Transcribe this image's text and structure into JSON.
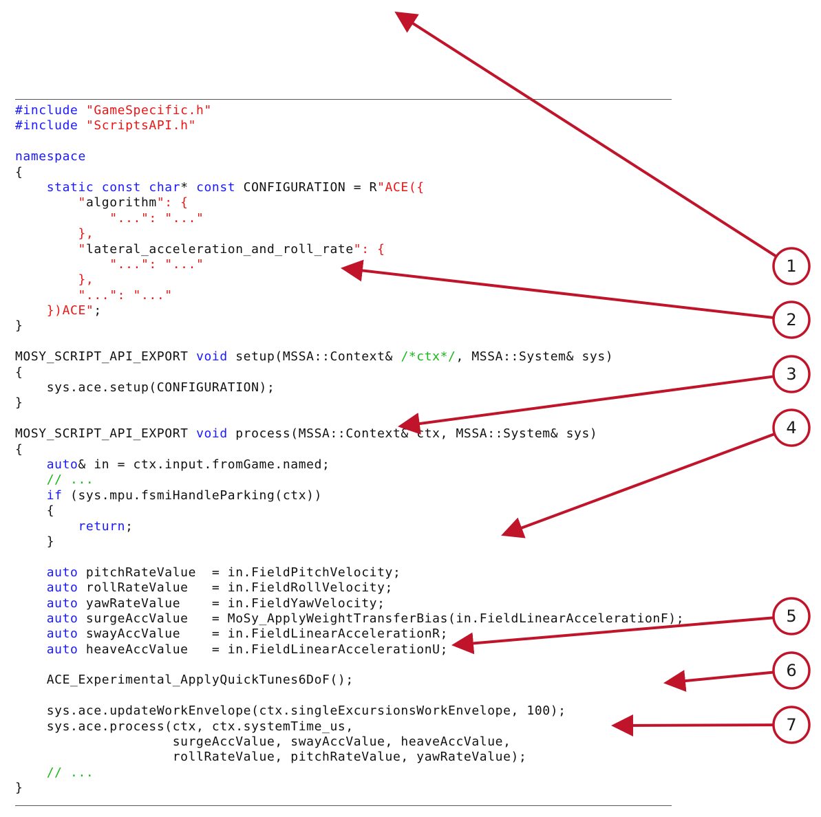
{
  "colors": {
    "keyword": "#1a1aff",
    "string": "#e81616",
    "comment": "#18b818",
    "plain": "#111111",
    "arrow": "#c0142b"
  },
  "code_lines": [
    [
      {
        "t": "#include ",
        "c": "kw"
      },
      {
        "t": "\"GameSpecific.h\"",
        "c": "str"
      }
    ],
    [
      {
        "t": "#include ",
        "c": "kw"
      },
      {
        "t": "\"ScriptsAPI.h\"",
        "c": "str"
      }
    ],
    [],
    [
      {
        "t": "namespace",
        "c": "kw"
      }
    ],
    [
      {
        "t": "{",
        "c": "pl"
      }
    ],
    [
      {
        "t": "    ",
        "c": "pl"
      },
      {
        "t": "static const char",
        "c": "kw"
      },
      {
        "t": "* ",
        "c": "pl"
      },
      {
        "t": "const",
        "c": "kw"
      },
      {
        "t": " CONFIGURATION = R",
        "c": "pl"
      },
      {
        "t": "\"ACE({",
        "c": "str"
      }
    ],
    [
      {
        "t": "        \"",
        "c": "str"
      },
      {
        "t": "algorithm",
        "c": "pl"
      },
      {
        "t": "\": {",
        "c": "str"
      }
    ],
    [
      {
        "t": "            \"...\": \"...\"",
        "c": "str"
      }
    ],
    [
      {
        "t": "        },",
        "c": "str"
      }
    ],
    [
      {
        "t": "        \"",
        "c": "str"
      },
      {
        "t": "lateral_acceleration_and_roll_rate",
        "c": "pl"
      },
      {
        "t": "\": {",
        "c": "str"
      }
    ],
    [
      {
        "t": "            \"...\": \"...\"",
        "c": "str"
      }
    ],
    [
      {
        "t": "        },",
        "c": "str"
      }
    ],
    [
      {
        "t": "        \"...\": \"...\"",
        "c": "str"
      }
    ],
    [
      {
        "t": "    })ACE\"",
        "c": "str"
      },
      {
        "t": ";",
        "c": "pl"
      }
    ],
    [
      {
        "t": "}",
        "c": "pl"
      }
    ],
    [],
    [
      {
        "t": "MOSY_SCRIPT_API_EXPORT ",
        "c": "pl"
      },
      {
        "t": "void",
        "c": "kw"
      },
      {
        "t": " setup(MSSA::Context& ",
        "c": "pl"
      },
      {
        "t": "/*ctx*/",
        "c": "cm"
      },
      {
        "t": ", MSSA::System& sys)",
        "c": "pl"
      }
    ],
    [
      {
        "t": "{",
        "c": "pl"
      }
    ],
    [
      {
        "t": "    sys.ace.setup(CONFIGURATION);",
        "c": "pl"
      }
    ],
    [
      {
        "t": "}",
        "c": "pl"
      }
    ],
    [],
    [
      {
        "t": "MOSY_SCRIPT_API_EXPORT ",
        "c": "pl"
      },
      {
        "t": "void",
        "c": "kw"
      },
      {
        "t": " process(MSSA::Context& ctx, MSSA::System& sys)",
        "c": "pl"
      }
    ],
    [
      {
        "t": "{",
        "c": "pl"
      }
    ],
    [
      {
        "t": "    ",
        "c": "pl"
      },
      {
        "t": "auto",
        "c": "kw"
      },
      {
        "t": "& in = ctx.input.fromGame.named;",
        "c": "pl"
      }
    ],
    [
      {
        "t": "    // ...",
        "c": "cm"
      }
    ],
    [
      {
        "t": "    ",
        "c": "pl"
      },
      {
        "t": "if",
        "c": "kw"
      },
      {
        "t": " (sys.mpu.fsmiHandleParking(ctx))",
        "c": "pl"
      }
    ],
    [
      {
        "t": "    {",
        "c": "pl"
      }
    ],
    [
      {
        "t": "        ",
        "c": "pl"
      },
      {
        "t": "return",
        "c": "kw"
      },
      {
        "t": ";",
        "c": "pl"
      }
    ],
    [
      {
        "t": "    }",
        "c": "pl"
      }
    ],
    [],
    [
      {
        "t": "    ",
        "c": "pl"
      },
      {
        "t": "auto",
        "c": "kw"
      },
      {
        "t": " pitchRateValue  = in.FieldPitchVelocity;",
        "c": "pl"
      }
    ],
    [
      {
        "t": "    ",
        "c": "pl"
      },
      {
        "t": "auto",
        "c": "kw"
      },
      {
        "t": " rollRateValue   = in.FieldRollVelocity;",
        "c": "pl"
      }
    ],
    [
      {
        "t": "    ",
        "c": "pl"
      },
      {
        "t": "auto",
        "c": "kw"
      },
      {
        "t": " yawRateValue    = in.FieldYawVelocity;",
        "c": "pl"
      }
    ],
    [
      {
        "t": "    ",
        "c": "pl"
      },
      {
        "t": "auto",
        "c": "kw"
      },
      {
        "t": " surgeAccValue   = MoSy_ApplyWeightTransferBias(in.FieldLinearAccelerationF);",
        "c": "pl"
      }
    ],
    [
      {
        "t": "    ",
        "c": "pl"
      },
      {
        "t": "auto",
        "c": "kw"
      },
      {
        "t": " swayAccValue    = in.FieldLinearAccelerationR;",
        "c": "pl"
      }
    ],
    [
      {
        "t": "    ",
        "c": "pl"
      },
      {
        "t": "auto",
        "c": "kw"
      },
      {
        "t": " heaveAccValue   = in.FieldLinearAccelerationU;",
        "c": "pl"
      }
    ],
    [],
    [
      {
        "t": "    ACE_Experimental_ApplyQuickTunes6DoF();",
        "c": "pl"
      }
    ],
    [],
    [
      {
        "t": "    sys.ace.updateWorkEnvelope(ctx.singleExcursionsWorkEnvelope, 100);",
        "c": "pl"
      }
    ],
    [
      {
        "t": "    sys.ace.process(ctx, ctx.systemTime_us,",
        "c": "pl"
      }
    ],
    [
      {
        "t": "                    surgeAccValue, swayAccValue, heaveAccValue,",
        "c": "pl"
      }
    ],
    [
      {
        "t": "                    rollRateValue, pitchRateValue, yawRateValue);",
        "c": "pl"
      }
    ],
    [
      {
        "t": "    // ...",
        "c": "cm"
      }
    ],
    [
      {
        "t": "}",
        "c": "pl"
      }
    ]
  ],
  "callouts": [
    {
      "label": "1"
    },
    {
      "label": "2"
    },
    {
      "label": "3"
    },
    {
      "label": "4"
    },
    {
      "label": "5"
    },
    {
      "label": "6"
    },
    {
      "label": "7"
    }
  ]
}
